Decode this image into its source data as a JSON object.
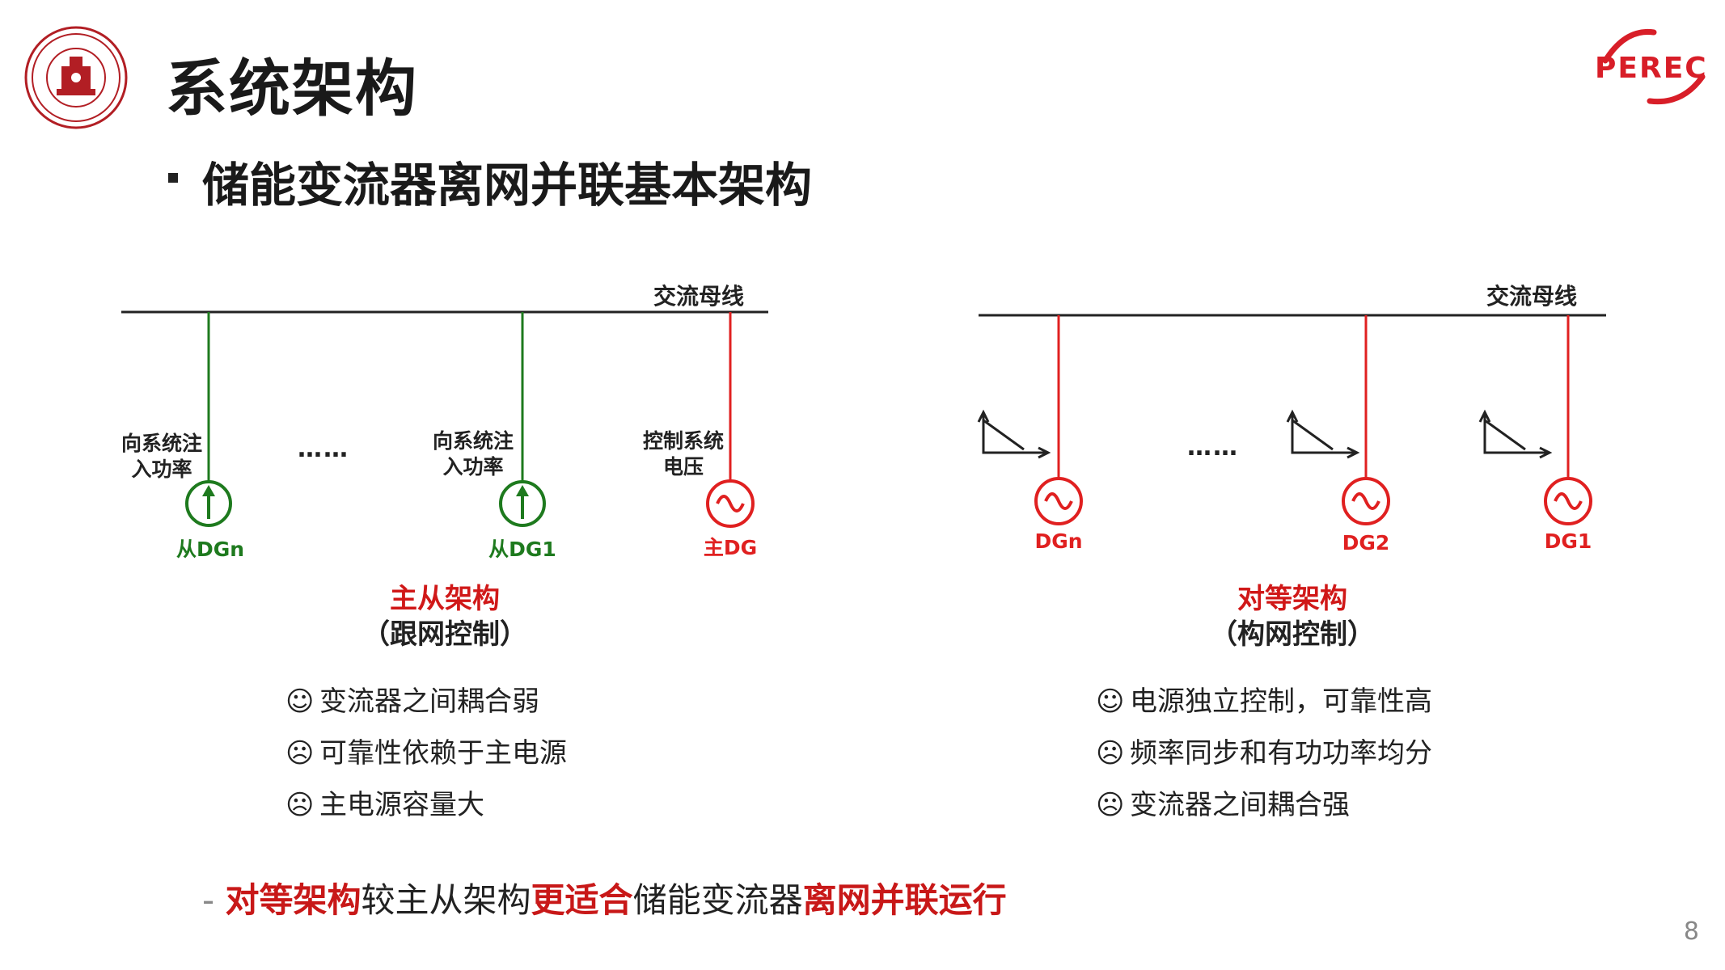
{
  "header": {
    "title": "系统架构",
    "subtitle": "储能变流器离网并联基本架构"
  },
  "logo_right": {
    "text": "PEREC",
    "color": "#d81e28"
  },
  "seal_left": {
    "description_icon": "university-seal-icon",
    "color": "#b21e24"
  },
  "left_diagram": {
    "bus_label": "交流母线",
    "units": [
      {
        "label_line1": "向系统注",
        "label_line2": "入功率",
        "name": "从DGn",
        "type": "current-source",
        "color": "#1e7a1e"
      },
      {
        "label_line1": "向系统注",
        "label_line2": "入功率",
        "name": "从DG1",
        "type": "current-source",
        "color": "#1e7a1e"
      },
      {
        "label_line1": "控制系统",
        "label_line2": "电压",
        "name": "主DG",
        "type": "voltage-source",
        "color": "#e02020"
      }
    ],
    "ellipsis": "……",
    "arch_name": "主从架构",
    "arch_sub": "（跟网控制）",
    "points": [
      {
        "face": "☺",
        "text": "变流器之间耦合弱"
      },
      {
        "face": "☹",
        "text": "可靠性依赖于主电源"
      },
      {
        "face": "☹",
        "text": "主电源容量大"
      }
    ]
  },
  "right_diagram": {
    "bus_label": "交流母线",
    "units": [
      {
        "name": "DGn",
        "type": "voltage-source",
        "color": "#e02020"
      },
      {
        "name": "DG2",
        "type": "voltage-source",
        "color": "#e02020"
      },
      {
        "name": "DG1",
        "type": "voltage-source",
        "color": "#e02020"
      }
    ],
    "ellipsis": "……",
    "arch_name": "对等架构",
    "arch_sub": "（构网控制）",
    "points": [
      {
        "face": "☺",
        "text": "电源独立控制，可靠性高"
      },
      {
        "face": "☹",
        "text": "频率同步和有功功率均分"
      },
      {
        "face": "☹",
        "text": "变流器之间耦合强"
      }
    ]
  },
  "conclusion": {
    "dash": "- ",
    "part1": "对等架构",
    "part2": "较主从架构",
    "part3": "更适合",
    "part4": "储能变流器",
    "part5": "离网并联运行"
  },
  "page_number": "8"
}
